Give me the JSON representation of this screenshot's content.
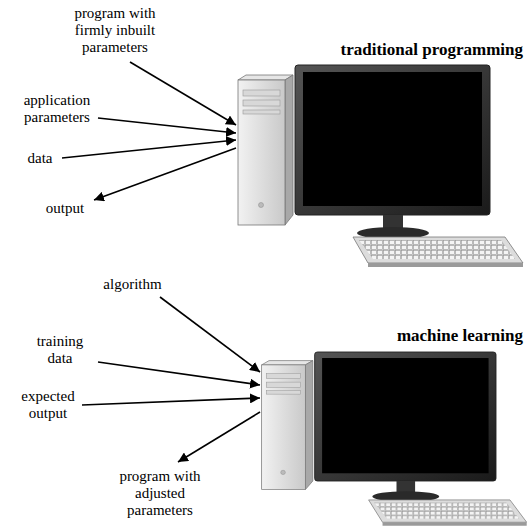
{
  "diagram": {
    "nodes": [
      {
        "text": [
          "traditional programming"
        ]
      },
      {
        "text": [
          "machine learning"
        ]
      }
    ],
    "labels": [
      "program with firmly inbuilt parameters",
      "application parameters",
      "data",
      "output",
      "algorithm",
      "training data",
      "expected output",
      "program with adjusted parameters"
    ]
  }
}
